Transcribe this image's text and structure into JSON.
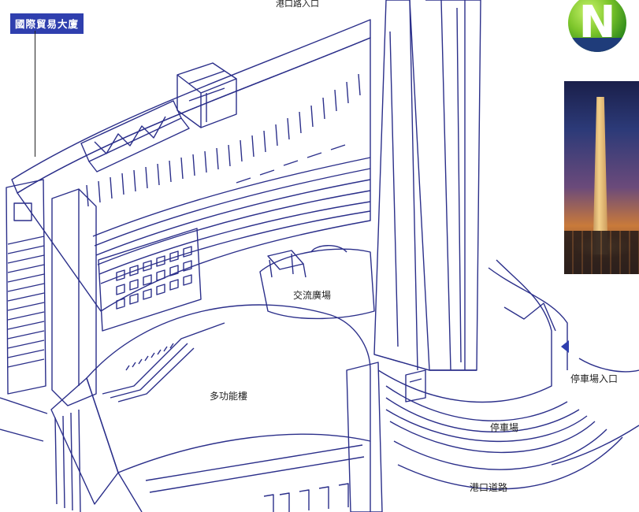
{
  "labels": {
    "building_name": "國際貿易大廈",
    "plaza": "交流廣場",
    "multi_function": "多功能樓",
    "parking_entrance": "停車場入口",
    "parking": "停車場",
    "road": "港口道路",
    "top_partial": "港口路入口"
  },
  "logo": {
    "letter": "N"
  },
  "colors": {
    "line": "#2b2f8a",
    "label_box": "#2f3fae",
    "accent_green": "#6fbf2a",
    "accent_blue": "#1f3c7a"
  }
}
